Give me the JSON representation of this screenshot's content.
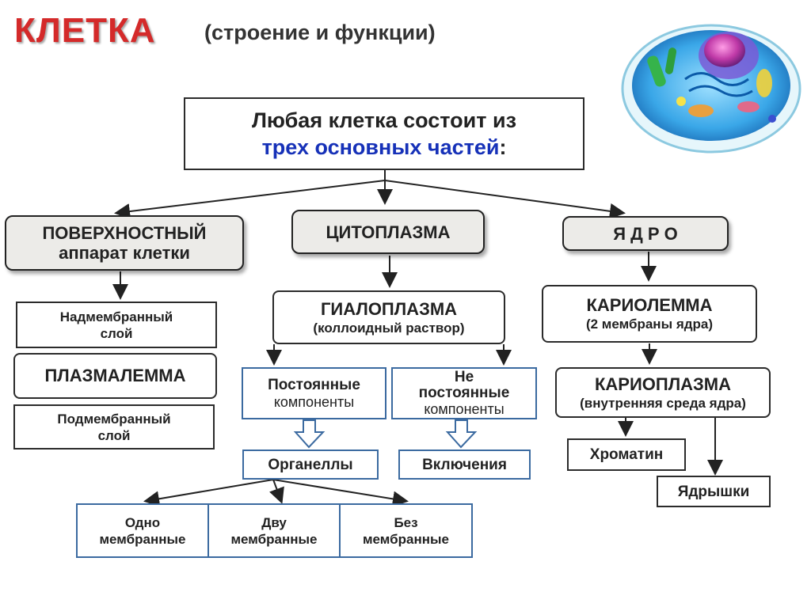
{
  "header": {
    "title": "КЛЕТКА",
    "subtitle": "(строение и функции)"
  },
  "intro": {
    "line1": "Любая клетка состоит из",
    "line2_emph": "трех основных частей",
    "line2_end": ":"
  },
  "parts": {
    "surface": {
      "line1": "ПОВЕРХНОСТНЫЙ",
      "line2": "аппарат клетки"
    },
    "cytoplasm": "ЦИТОПЛАЗМА",
    "nucleus": "Я Д Р О"
  },
  "surface_items": {
    "supra": {
      "line1": "Надмембранный",
      "line2": "слой"
    },
    "plasma": "ПЛАЗМАЛЕММА",
    "sub": {
      "line1": "Подмембранный",
      "line2": "слой"
    }
  },
  "hyaloplasm": {
    "title": "ГИАЛОПЛАЗМА",
    "note": "(коллоидный раствор)"
  },
  "components": {
    "permanent": {
      "line1": "Постоянные",
      "line2": "компоненты"
    },
    "nonpermanent": {
      "line1": "Не",
      "line2": "постоянные",
      "line3": "компоненты"
    }
  },
  "organelles": "Органеллы",
  "inclusions": "Включения",
  "membrane_types": [
    {
      "line1": "Одно",
      "line2": "мембранные"
    },
    {
      "line1": "Дву",
      "line2": "мембранные"
    },
    {
      "line1": "Без",
      "line2": "мембранные"
    }
  ],
  "karyolemma": {
    "title": "КАРИОЛЕММА",
    "note": "(2 мембраны ядра)"
  },
  "karyoplasm": {
    "title": "КАРИОПЛАЗМА",
    "note": "(внутренняя среда ядра)"
  },
  "chromatin": "Хроматин",
  "nucleoli": "Ядрышки",
  "colors": {
    "title_red": "#d42a2a",
    "emphasis_blue": "#1631b8",
    "box_blue": "#3b6aa0",
    "part_grey": "#ecebe8"
  }
}
